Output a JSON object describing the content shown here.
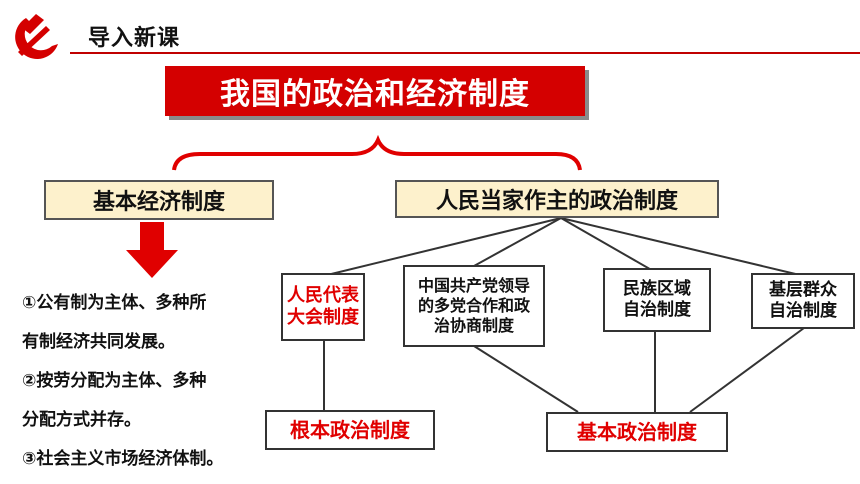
{
  "header": {
    "title": "导入新课"
  },
  "banner": {
    "title": "我国的政治和经济制度"
  },
  "economic": {
    "title": "基本经济制度",
    "items": [
      "①公有制为主体、多种所",
      "有制经济共同发展。",
      "②按劳分配为主体、多种",
      "分配方式并存。",
      "③社会主义市场经济体制。"
    ]
  },
  "political": {
    "title": "人民当家作主的政治制度",
    "nodes": [
      {
        "lines": [
          "人民代表",
          "大会制度"
        ]
      },
      {
        "lines": [
          "中国共产党领导",
          "的多党合作和政",
          "治协商制度"
        ]
      },
      {
        "lines": [
          "民族区域",
          "自治制度"
        ]
      },
      {
        "lines": [
          "基层群众",
          "自治制度"
        ]
      }
    ],
    "fundamental": "根本政治制度",
    "basic": "基本政治制度"
  },
  "colors": {
    "accent_red": "#d40000",
    "beige": "#fdf1cc"
  }
}
